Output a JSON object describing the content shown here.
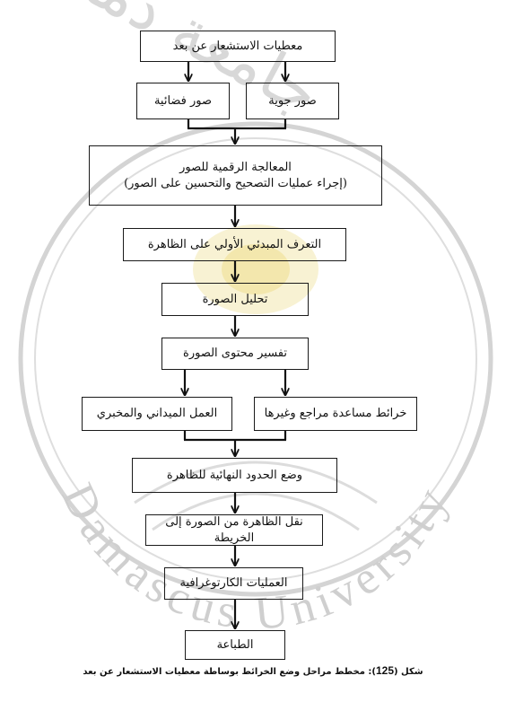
{
  "watermark": {
    "arabic_text": "جامعة دمشق",
    "latin_text": "Damascus University",
    "color": "#c9c9c9",
    "accent_color": "#f0e6a8"
  },
  "flowchart": {
    "root": "معطيات الاستشعار عن بعد",
    "aerial": "صور جوية",
    "satellite": "صور فضائية",
    "processing_line1": "المعالجة الرقمية للصور",
    "processing_line2": "(إجراء عمليات التصحيح والتحسين على الصور)",
    "initial_identification": "التعرف المبدئي الأولي على الظاهرة",
    "image_analysis": "تحليل الصورة",
    "content_interpretation": "تفسير محتوى الصورة",
    "maps_references": "خرائط مساعدة مراجع وغيرها",
    "field_lab_work": "العمل الميداني والمخبري",
    "final_boundaries": "وضع الحدود النهائية للظاهرة",
    "transfer_to_map": "نقل الظاهرة من الصورة إلى الخريطة",
    "cartographic_ops": "العمليات الكارتوغرافية",
    "printing": "الطباعة"
  },
  "caption": {
    "prefix": "شكل (",
    "number": "125",
    "suffix": "): مخطط مراحل وضع الخرائط بوساطة معطيات الاستشعار عن بعد"
  }
}
